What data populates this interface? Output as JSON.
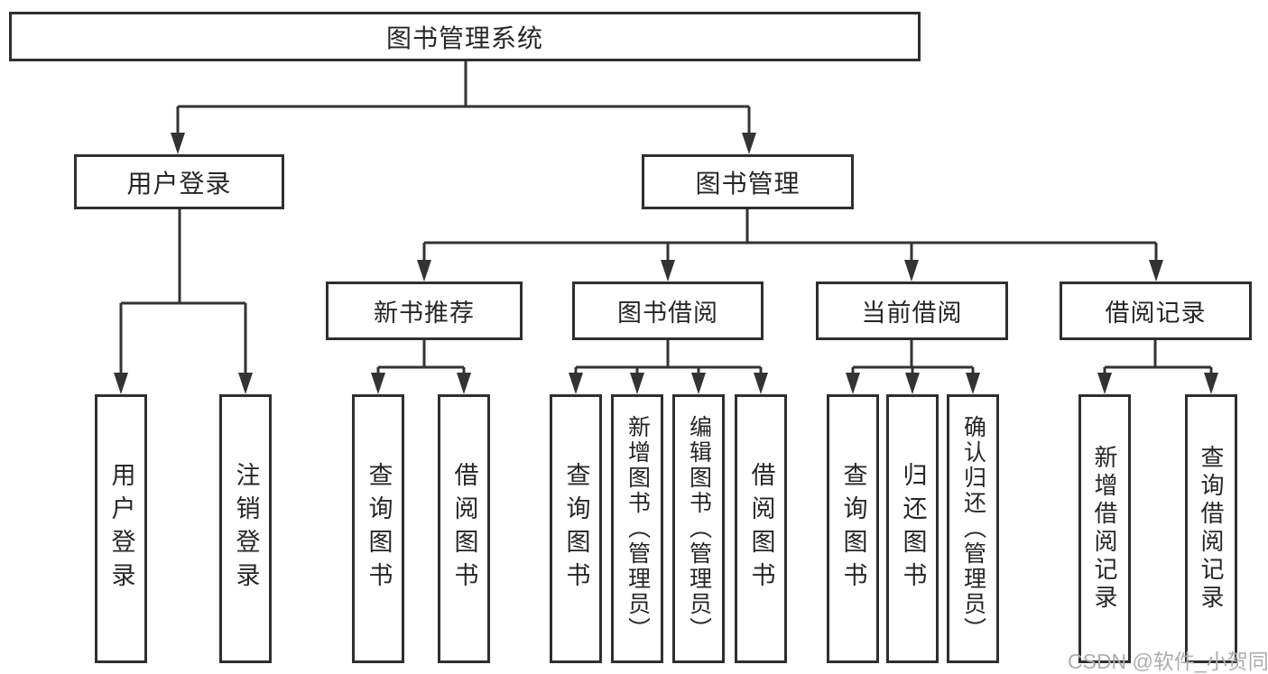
{
  "diagram": {
    "title": "图书管理系统",
    "watermark": "CSDN @软件_小贺同学",
    "colors": {
      "line": "#333333",
      "text": "#262626",
      "box_background": "#ffffff",
      "watermark": "#aeaeae"
    },
    "nodes": {
      "root": {
        "label": "图书管理系统"
      },
      "level2": [
        {
          "label": "用户登录"
        },
        {
          "label": "图书管理"
        }
      ],
      "level3": [
        {
          "label": "新书推荐",
          "parent": "图书管理"
        },
        {
          "label": "图书借阅",
          "parent": "图书管理"
        },
        {
          "label": "当前借阅",
          "parent": "图书管理"
        },
        {
          "label": "借阅记录",
          "parent": "图书管理"
        }
      ],
      "leaves": [
        {
          "label": "用户登录",
          "parent": "用户登录"
        },
        {
          "label": "注销登录",
          "parent": "用户登录"
        },
        {
          "label": "查询图书",
          "parent": "新书推荐"
        },
        {
          "label": "借阅图书",
          "parent": "新书推荐"
        },
        {
          "label": "查询图书",
          "parent": "图书借阅"
        },
        {
          "label": "新增图书（管理员）",
          "parent": "图书借阅"
        },
        {
          "label": "编辑图书（管理员）",
          "parent": "图书借阅"
        },
        {
          "label": "借阅图书",
          "parent": "图书借阅"
        },
        {
          "label": "查询图书",
          "parent": "当前借阅"
        },
        {
          "label": "归还图书",
          "parent": "当前借阅"
        },
        {
          "label": "确认归还（管理员）",
          "parent": "当前借阅"
        },
        {
          "label": "新增借阅记录",
          "parent": "借阅记录"
        },
        {
          "label": "查询借阅记录",
          "parent": "借阅记录"
        }
      ]
    }
  }
}
